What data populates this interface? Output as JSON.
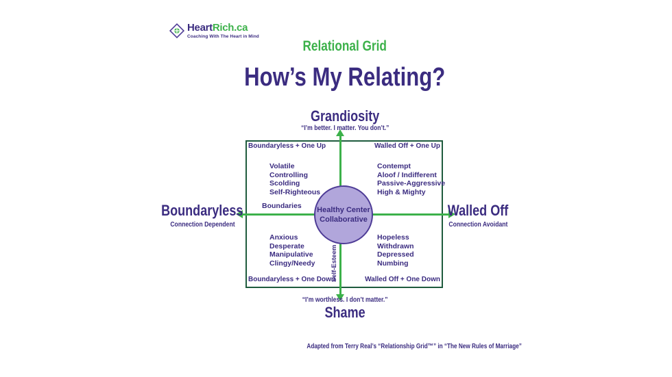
{
  "logo": {
    "brand_heart": "Heart",
    "brand_rich": "Rich.ca",
    "tagline": "Coaching With The Heart in Mind"
  },
  "header": {
    "subtitle": "Relational Grid",
    "title": "How’s My Relating?"
  },
  "axes": {
    "top": {
      "label": "Grandiosity",
      "quote": "“I’m better. I matter. You don’t.”"
    },
    "bottom": {
      "label": "Shame",
      "quote": "“I’m worthless. I don’t matter.”"
    },
    "left": {
      "label": "Boundaryless",
      "sublabel": "Connection Dependent"
    },
    "right": {
      "label": "Walled Off",
      "sublabel": "Connection Avoidant"
    },
    "horizontal_axis_label": "Boundaries",
    "vertical_axis_label": "Self-Esteem"
  },
  "grid": {
    "corners": {
      "top_left": "Boundaryless + One Up",
      "top_right": "Walled Off + One Up",
      "bottom_left": "Boundaryless + One Down",
      "bottom_right": "Walled Off + One Down"
    },
    "quadrants": {
      "top_left": [
        "Volatile",
        "Controlling",
        "Scolding",
        "Self-Righteous"
      ],
      "top_right": [
        "Contempt",
        "Aloof / Indifferent",
        "Passive-Aggressive",
        "High & Mighty"
      ],
      "bottom_left": [
        "Anxious",
        "Desperate",
        "Manipulative",
        "Clingy/Needy"
      ],
      "bottom_right": [
        "Hopeless",
        "Withdrawn",
        "Depressed",
        "Numbing"
      ]
    },
    "center": {
      "line1": "Healthy Center",
      "line2": "Collaborative"
    }
  },
  "footer": {
    "attribution": "Adapted from Terry Real’s “Relationship Grid™” in “The New Rules of Marriage”"
  },
  "colors": {
    "text_purple": "#3b2c80",
    "accent_green": "#3cb14a",
    "grid_border_green": "#1e5b3d",
    "circle_fill": "#b1a6db",
    "circle_border": "#4e3c96"
  }
}
